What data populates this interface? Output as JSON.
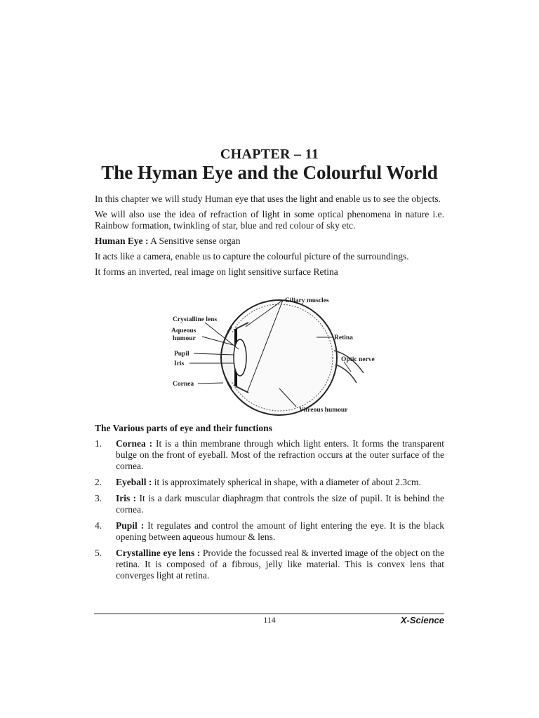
{
  "header": {
    "chapter": "CHAPTER – 11",
    "title": "The Hyman Eye and the Colourful World"
  },
  "intro": {
    "p1": "In this chapter we will study Human eye that uses the light and enable us to see the objects.",
    "p2": "We will also use the idea of refraction of light in some optical phenomena in nature i.e. Rainbow formation, twinkling of star, blue and red colour of sky etc.",
    "p3_label": "Human Eye :",
    "p3_text": " A Sensitive sense organ",
    "p4": "It acts like a camera, enable us to capture the colourful picture of the surroundings.",
    "p5": "It forms an inverted, real image on light sensitive surface Retina"
  },
  "diagram": {
    "labels": {
      "ciliary": "Ciliary muscles",
      "crystalline": "Crystalline lens",
      "aqueous1": "Aqueous",
      "aqueous2": "humour",
      "pupil": "Pupil",
      "iris": "Iris",
      "cornea": "Cornea",
      "retina": "Retina",
      "optic": "Optic nerve",
      "vitreous": "Vitreous humour"
    }
  },
  "section": {
    "heading": "The Various parts of eye and their functions",
    "items": [
      {
        "num": "1.",
        "term": "Cornea :",
        "text": " It is a thin membrane through which light enters. It forms the transparent bulge on the front of eyeball. Most of the refraction occurs at the outer surface of the cornea."
      },
      {
        "num": "2.",
        "term": "Eyeball :",
        "text": " it is approximately spherical in shape, with a diameter of about 2.3cm."
      },
      {
        "num": "3.",
        "term": "Iris :",
        "text": " It is a dark muscular diaphragm that controls the size of pupil. It is behind the cornea."
      },
      {
        "num": "4.",
        "term": "Pupil :",
        "text": " It regulates and control the amount of light entering the eye. It is the black opening between aqueous humour & lens."
      },
      {
        "num": "5.",
        "term": "Crystalline eye lens :",
        "text": " Provide the focussed real & inverted image of the object on the retina. It is composed of a fibrous, jelly like material. This is convex lens that converges light at retina."
      }
    ]
  },
  "footer": {
    "page_number": "114",
    "brand": "X-Science"
  }
}
